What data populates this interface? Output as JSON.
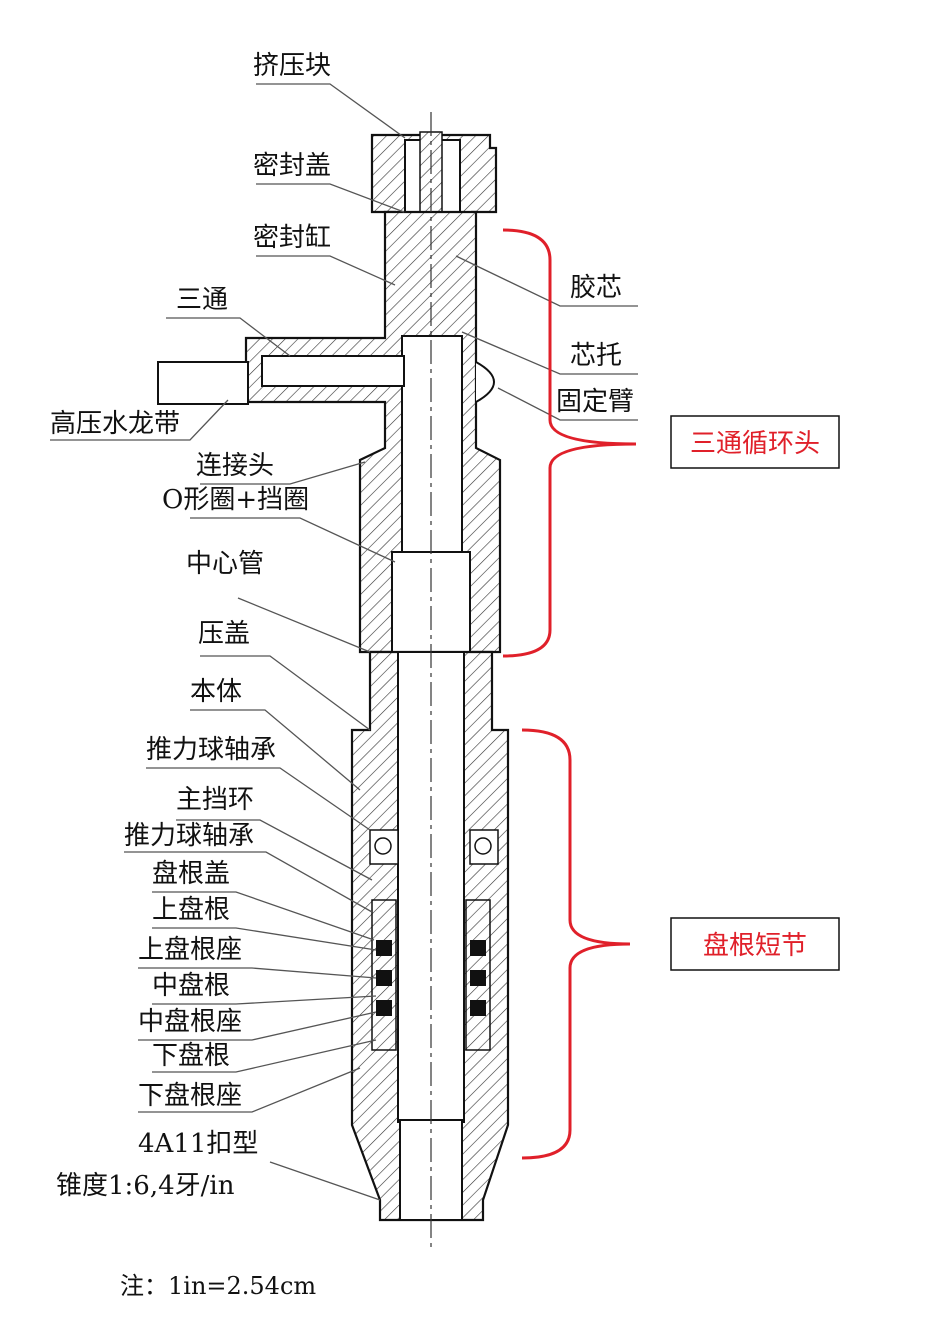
{
  "labels_left": [
    {
      "id": "extrusion-block",
      "text": "挤压块"
    },
    {
      "id": "seal-cap",
      "text": "密封盖"
    },
    {
      "id": "seal-cylinder",
      "text": "密封缸"
    },
    {
      "id": "tee",
      "text": "三通"
    },
    {
      "id": "high-pressure-hose",
      "text": "高压水龙带"
    },
    {
      "id": "connector",
      "text": "连接头"
    },
    {
      "id": "o-ring",
      "text": "O形圈+挡圈"
    },
    {
      "id": "center-pipe",
      "text": "中心管"
    },
    {
      "id": "gland",
      "text": "压盖"
    },
    {
      "id": "body",
      "text": "本体"
    },
    {
      "id": "thrust-bearing-1",
      "text": "推力球轴承"
    },
    {
      "id": "main-retainer",
      "text": "主挡环"
    },
    {
      "id": "thrust-bearing-2",
      "text": "推力球轴承"
    },
    {
      "id": "packing-cap",
      "text": "盘根盖"
    },
    {
      "id": "upper-packing",
      "text": "上盘根"
    },
    {
      "id": "upper-packing-seat",
      "text": "上盘根座"
    },
    {
      "id": "middle-packing",
      "text": "中盘根"
    },
    {
      "id": "middle-packing-seat",
      "text": "中盘根座"
    },
    {
      "id": "lower-packing",
      "text": "下盘根"
    },
    {
      "id": "lower-packing-seat",
      "text": "下盘根座"
    },
    {
      "id": "thread-type",
      "text": "4A11扣型"
    },
    {
      "id": "taper",
      "text": "锥度1:6,4牙/in"
    }
  ],
  "labels_right": [
    {
      "id": "rubber-core",
      "text": "胶芯"
    },
    {
      "id": "core-holder",
      "text": "芯托"
    },
    {
      "id": "fixed-arm",
      "text": "固定臂"
    }
  ],
  "groups": [
    {
      "id": "tee-circulation-head",
      "text": "三通循环头",
      "color": "#e0202a"
    },
    {
      "id": "packing-sub",
      "text": "盘根短节",
      "color": "#e0202a"
    }
  ],
  "note": "注：1in=2.54cm"
}
